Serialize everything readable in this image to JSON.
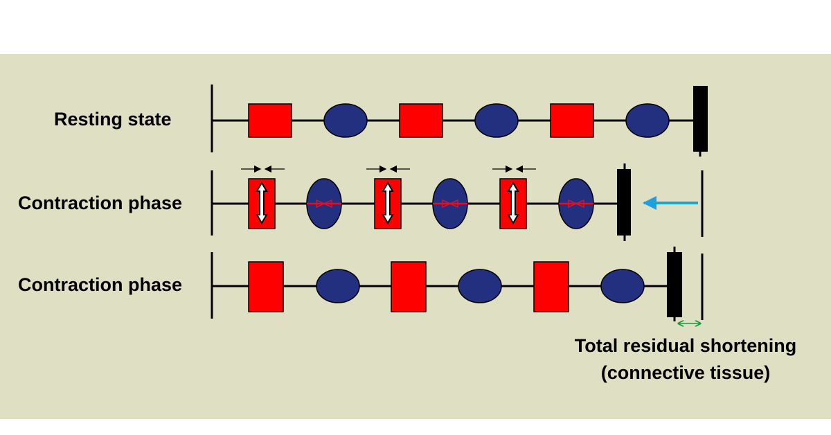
{
  "rows": [
    {
      "label": "Resting state"
    },
    {
      "label": "Contraction phase"
    },
    {
      "label": "Contraction phase"
    }
  ],
  "annotation": {
    "line1": "Total residual shortening",
    "line2": "(connective tissue)"
  },
  "colors": {
    "background": "#dfdfc3",
    "muscle_block": "#ff0000",
    "ellipse": "#23307f",
    "shift_arrow": "#1d9fe0",
    "shortening_arrow": "#1a9a3a",
    "line": "#000000"
  }
}
